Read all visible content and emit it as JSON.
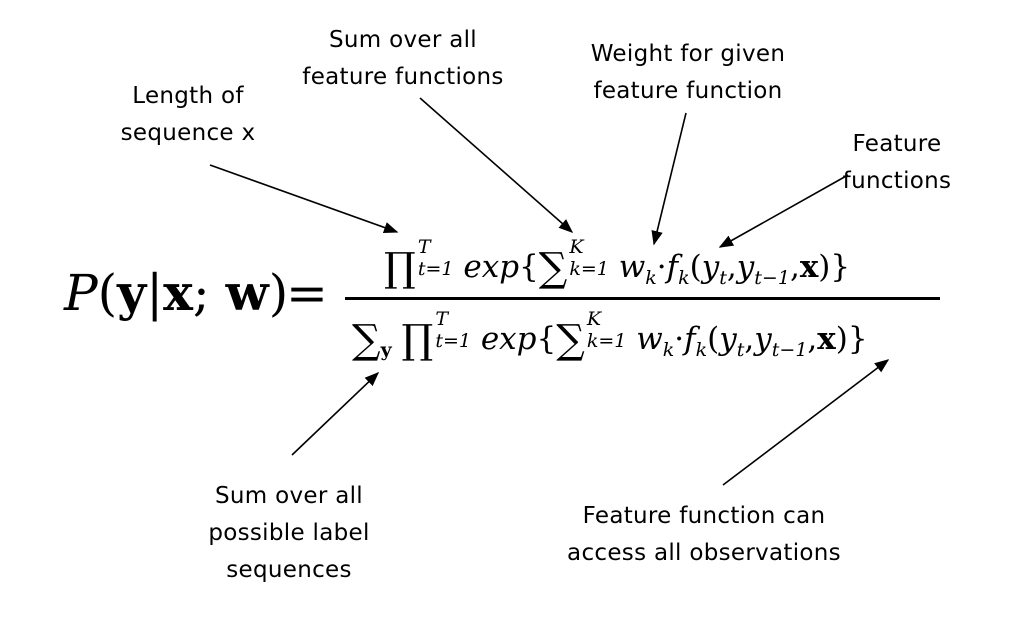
{
  "annotations": {
    "length_of_sequence": [
      "Length of",
      "sequence x"
    ],
    "sum_over_feature_functions": [
      "Sum over all",
      "feature functions"
    ],
    "weight_for_feature": [
      "Weight for given",
      "feature function"
    ],
    "feature_functions": [
      "Feature",
      "functions"
    ],
    "sum_over_label_sequences": [
      "Sum over all",
      "possible label",
      "sequences"
    ],
    "feature_access_observations": [
      "Feature function can",
      "access all observations"
    ]
  },
  "formula": {
    "lhs_P": "P",
    "lhs_open": "(",
    "lhs_y": "y",
    "lhs_bar": "|",
    "lhs_x": "x",
    "lhs_semi": "; ",
    "lhs_w": "w",
    "lhs_close": ")",
    "equals": "=",
    "prod_symbol": "∏",
    "sum_symbol": "∑",
    "upper_T": "T",
    "lower_t": "t=1",
    "upper_K": "K",
    "lower_k": "k=1",
    "sum_y_sub": "y",
    "exp": "exp",
    "open_brace": "{",
    "close_brace": "}",
    "w": "w",
    "k_sub": "k",
    "dot": "·",
    "f": "f",
    "args_open": "(",
    "y": "y",
    "t_sub": "t",
    "comma": ",",
    "t_minus_1": "t−1",
    "x": "x",
    "args_close": ")"
  }
}
